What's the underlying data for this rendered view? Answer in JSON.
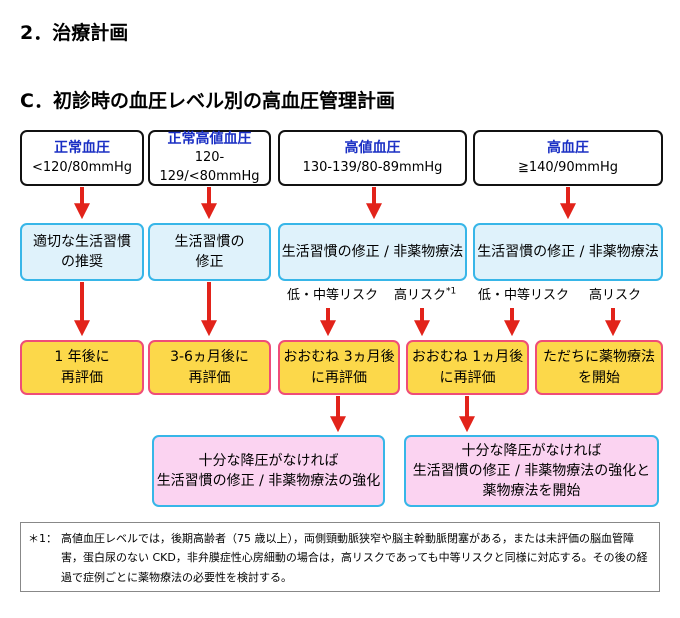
{
  "section_title": "2．治療計画",
  "subsection_title": "C．初診時の血圧レベル別の高血圧管理計画",
  "categories": [
    {
      "title": "正常血圧",
      "range": "<120/80mmHg"
    },
    {
      "title": "正常高値血圧",
      "range": "120-129/<80mmHg"
    },
    {
      "title": "高値血圧",
      "range": "130-139/80-89mmHg"
    },
    {
      "title": "高血圧",
      "range": "≧140/90mmHg"
    }
  ],
  "actions": [
    {
      "line1": "適切な生活習慣",
      "line2": "の推奨"
    },
    {
      "line1": "生活習慣の",
      "line2": "修正"
    },
    {
      "line1": "生活習慣の修正 / 非薬物療法"
    },
    {
      "line1": "生活習慣の修正 / 非薬物療法"
    }
  ],
  "risk_labels": {
    "high_value_low_mid": "低・中等リスク",
    "high_value_high": "高リスク",
    "high_value_high_note": "*1",
    "htn_low_mid": "低・中等リスク",
    "htn_high": "高リスク"
  },
  "outcomes": [
    {
      "line1": "1 年後に",
      "line2": "再評価"
    },
    {
      "line1": "3-6ヵ月後に",
      "line2": "再評価"
    },
    {
      "line1": "おおむね 3ヵ月後",
      "line2": "に再評価"
    },
    {
      "line1": "おおむね 1ヵ月後",
      "line2": "に再評価"
    },
    {
      "line1": "ただちに薬物療法",
      "line2": "を開始"
    }
  ],
  "followups": [
    {
      "line1": "十分な降圧がなければ",
      "line2": "生活習慣の修正 / 非薬物療法の強化"
    },
    {
      "line1": "十分な降圧がなければ",
      "line2": "生活習慣の修正 / 非薬物療法の強化と",
      "line3": "薬物療法を開始"
    }
  ],
  "footnote": {
    "mark": "＊1：",
    "text": "高値血圧レベルでは，後期高齢者（75 歳以上），両側頸動脈狭窄や脳主幹動脈閉塞がある，または未評価の脳血管障害，蛋白尿のない CKD，非弁膜症性心房細動の場合は，高リスクであっても中等リスクと同様に対応する。その後の経過で症例ごとに薬物療法の必要性を検討する。"
  },
  "colors": {
    "arrow": "#e2231a",
    "category_title": "#1a2fc4",
    "action_fill": "#dff2fb",
    "action_border": "#37b6e8",
    "outcome_fill": "#fcd84a",
    "outcome_border": "#ef4d78",
    "followup_fill": "#fbd3f1",
    "followup_border": "#37b6e8"
  }
}
